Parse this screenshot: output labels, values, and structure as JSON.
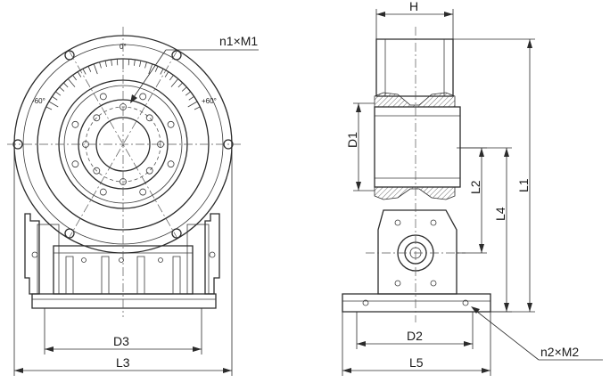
{
  "front_view": {
    "scale_labels": {
      "zero": "0°",
      "minus": "-60°",
      "plus": "+60°"
    },
    "callout_bolts": "n1×M1",
    "dim_d3": "D3",
    "dim_l3": "L3"
  },
  "side_view": {
    "dim_h": "H",
    "dim_d1": "D1",
    "dim_l2": "L2",
    "dim_l4": "L4",
    "dim_l1": "L1",
    "dim_d2": "D2",
    "dim_l5": "L5",
    "callout_base_holes": "n2×M2"
  }
}
